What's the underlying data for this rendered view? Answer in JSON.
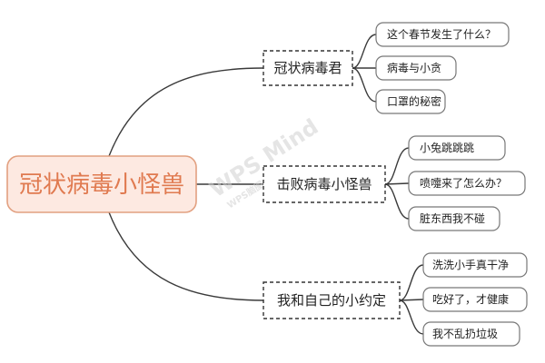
{
  "colors": {
    "background": "#ffffff",
    "line": "#3a3a3a",
    "root_fill": "#fde9e1",
    "root_border": "#e2a080",
    "root_text": "#e07a50",
    "text": "#222222",
    "leaf_border": "#777777",
    "branch_border": "#333333",
    "watermark": "#cfcfcf"
  },
  "mindmap": {
    "root": {
      "label": "冠状病毒小怪兽"
    },
    "branches": [
      {
        "label": "冠状病毒君",
        "leaves": [
          "这个春节发生了什么？",
          "病毒与小贪",
          "口罩的秘密"
        ]
      },
      {
        "label": "击败病毒小怪兽",
        "leaves": [
          "小兔跳跳跳",
          "喷嚏来了怎么办？",
          "脏东西我不碰"
        ]
      },
      {
        "label": "我和自己的小约定",
        "leaves": [
          "洗洗小手真干净",
          "吃好了，才健康",
          "我不乱扔垃圾"
        ]
      }
    ]
  },
  "watermark": {
    "text": "WPS Mind",
    "subtext": "WPS脑图"
  }
}
